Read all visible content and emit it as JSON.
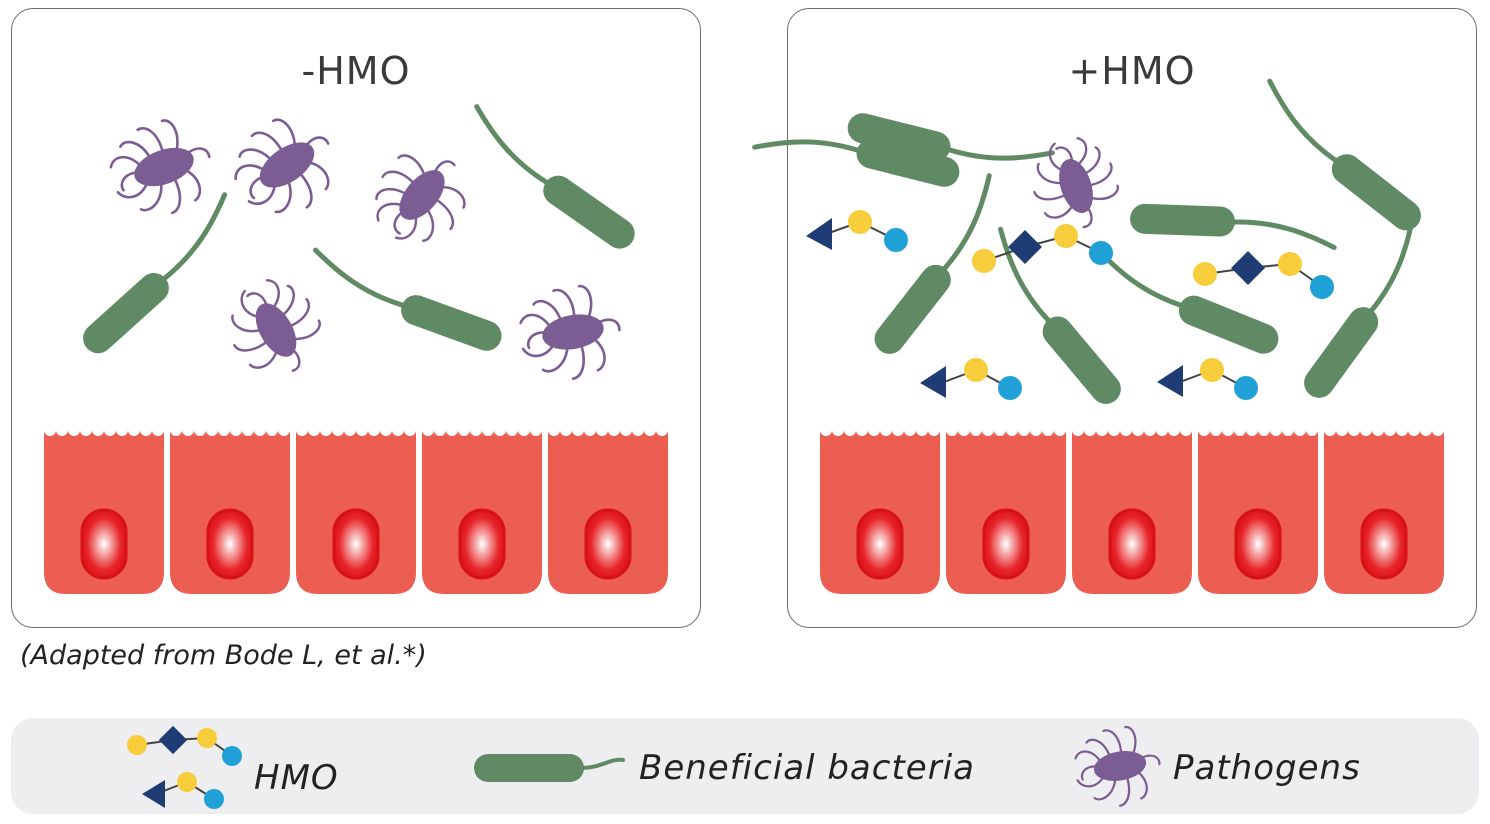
{
  "panels": {
    "left": {
      "title": "-HMO"
    },
    "right": {
      "title": "+HMO"
    }
  },
  "caption": "(Adapted from Bode L, et al.*)",
  "legend": {
    "hmo": "HMO",
    "beneficial": "Beneficial bacteria",
    "pathogens": "Pathogens"
  },
  "colors": {
    "pathogen": "#7b5d94",
    "beneficial": "#5f8a64",
    "cell": "#ec5e52",
    "nucleus": "#e0161b",
    "galactose": "#f7cd3c",
    "glucose_blue": "#1fa1d7",
    "navy": "#1f3d74"
  },
  "icons": [
    "pathogen-icon",
    "beneficial-bacterium-icon",
    "hmo-molecule-icon",
    "epithelial-cell-icon"
  ]
}
